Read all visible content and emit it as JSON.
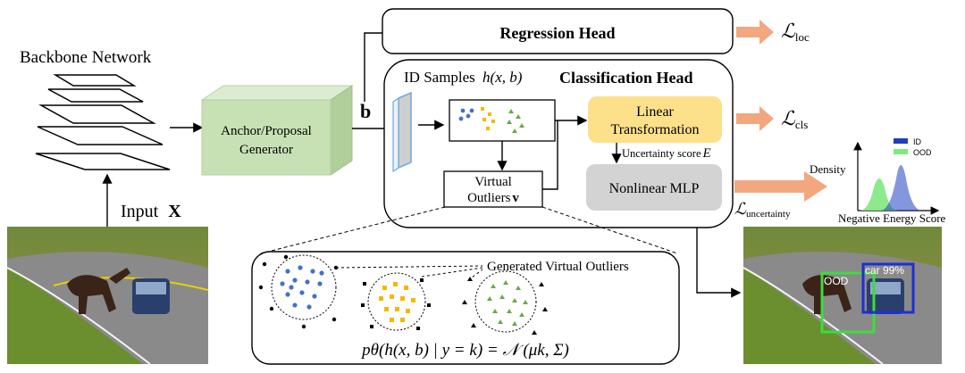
{
  "backbone": {
    "label": "Backbone Network"
  },
  "input": {
    "prefix": "Input",
    "symbol": "X"
  },
  "anchor": {
    "line1": "Anchor/Proposal",
    "line2": "Generator"
  },
  "feature": {
    "symbol": "b"
  },
  "regression": {
    "title": "Regression Head",
    "loss": "ℒloc",
    "loss_sub": "loc"
  },
  "classification": {
    "id_samples_prefix": "ID Samples",
    "id_samples_formula": "h(x, b)",
    "title": "Classification Head",
    "linear_line1": "Linear",
    "linear_line2": "Transformation",
    "uncertainty_score": "Uncertainty score",
    "uncertainty_symbol": "E",
    "mlp": "Nonlinear MLP",
    "virtual_line1": "Virtual",
    "virtual_line2": "Outliers",
    "virtual_symbol": "v",
    "loss_cls_sub": "cls",
    "loss_unc_sub": "uncertainty"
  },
  "density_plot": {
    "ylabel": "Density",
    "xlabel": "Negative Energy Score",
    "legend": [
      {
        "name": "ID",
        "color": "#1f3fbf"
      },
      {
        "name": "OOD",
        "color": "#7fe87f"
      }
    ]
  },
  "outliers_panel": {
    "label": "Generated Virtual Outliers",
    "formula": "pθ(h(x, b) | y = k) = 𝒩 (μk, Σ)"
  },
  "detection": {
    "ood_label": "OOD",
    "car_label": "car 99%"
  },
  "colors": {
    "anchor_green": "#c7e1b5",
    "linear_yellow": "#fde08a",
    "mlp_gray": "#d3d3d3",
    "arrow_orange": "#f2a77f",
    "blue_points": "#4472c4",
    "yellow_points": "#f5b800",
    "green_points": "#6aa84f"
  }
}
